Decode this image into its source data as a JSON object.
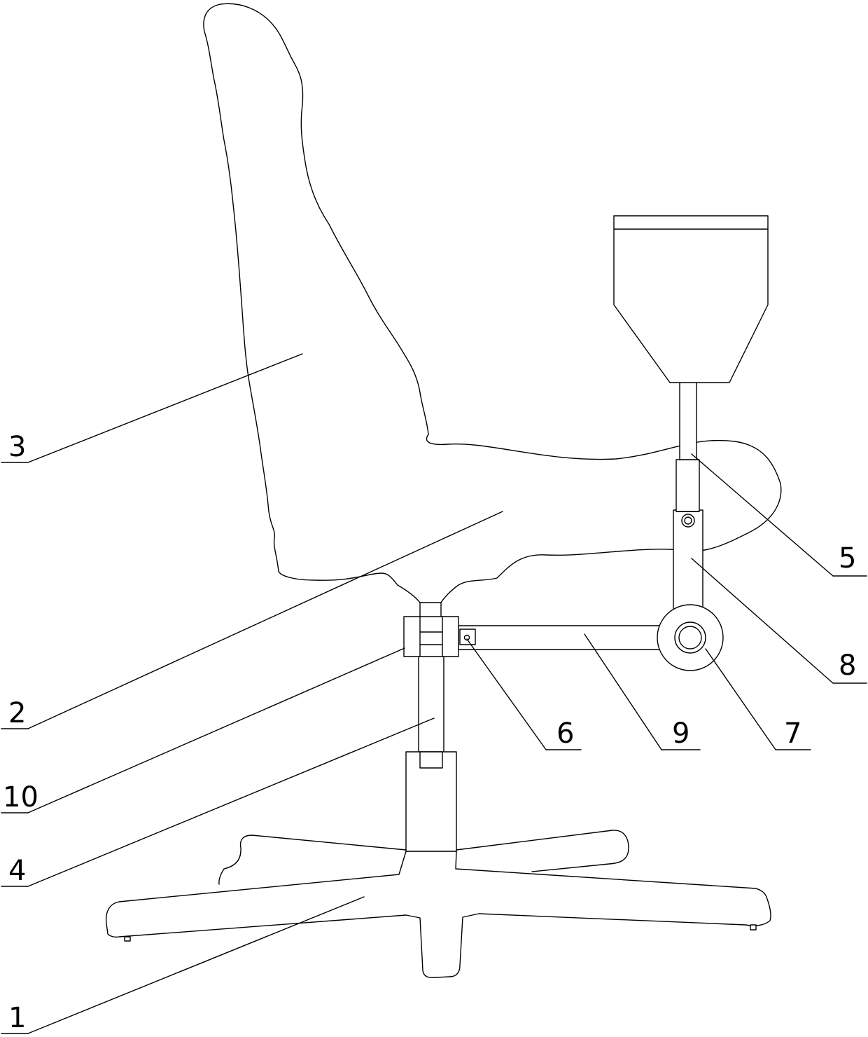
{
  "colors": {
    "line": "#000000",
    "background": "#ffffff"
  },
  "labels": {
    "l1": "1",
    "l2": "2",
    "l3": "3",
    "l4": "4",
    "l5": "5",
    "l6": "6",
    "l7": "7",
    "l8": "8",
    "l9": "9",
    "l10": "10"
  }
}
